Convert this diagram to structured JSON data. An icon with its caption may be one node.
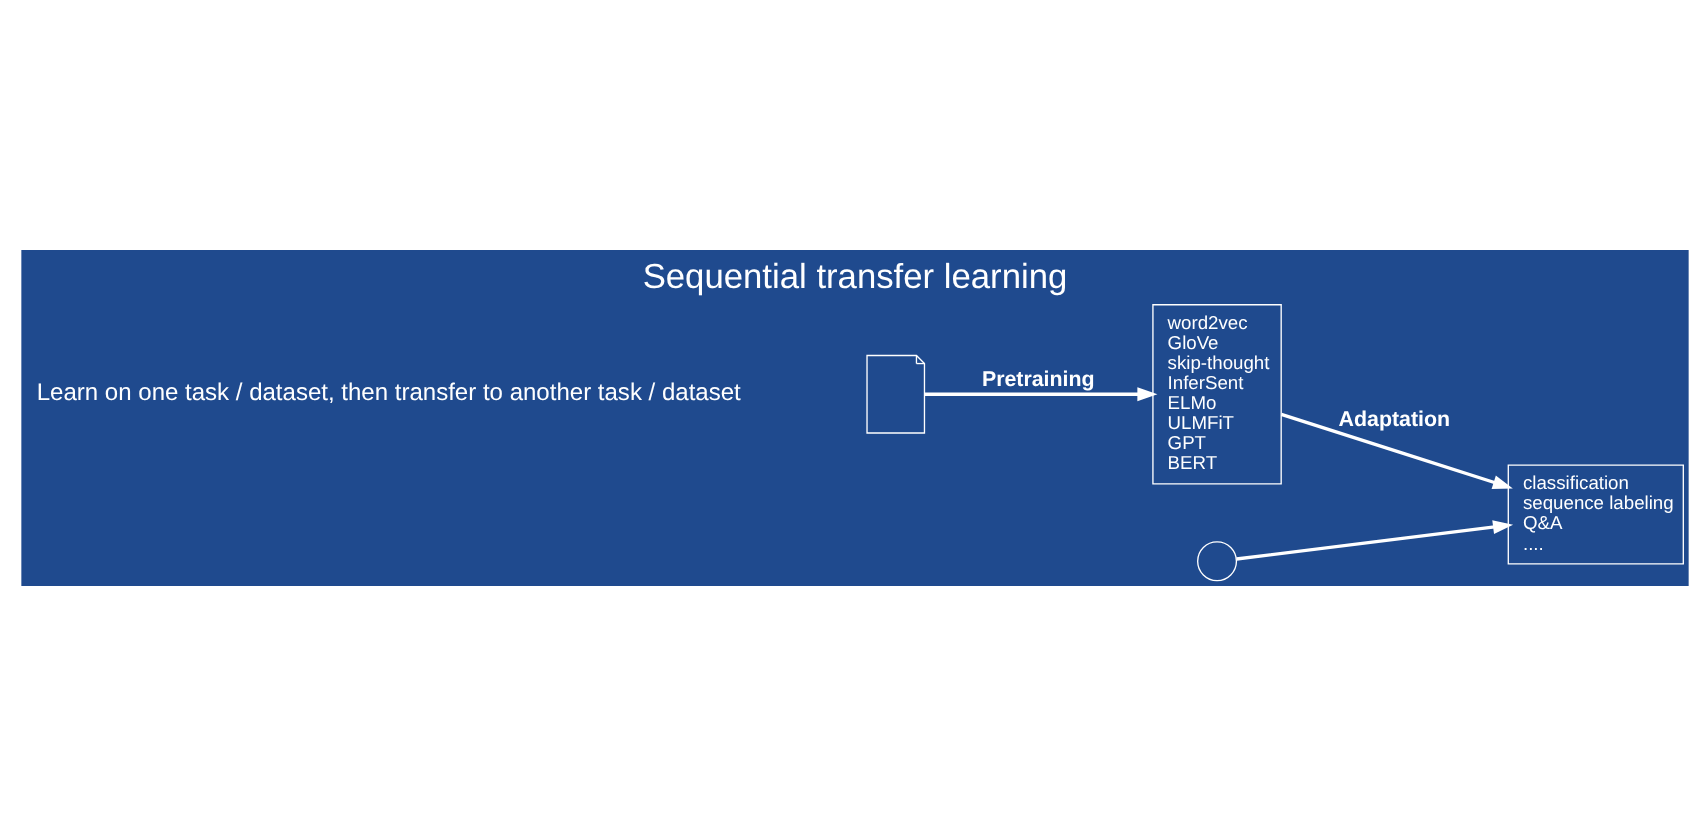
{
  "diagram": {
    "title": "Sequential transfer learning",
    "nodes": [
      {
        "text": [],
        "shape": "document"
      },
      {
        "text": [
          "word2vec",
          "GloVe",
          "skip-thought",
          "InferSent",
          "ELMo",
          "ULMFiT",
          "GPT",
          "BERT"
        ]
      },
      {
        "text": [
          "classification",
          "sequence labeling",
          "Q&A",
          "...."
        ]
      },
      {
        "text": [],
        "shape": "person"
      }
    ],
    "edges": [
      {
        "from": 0,
        "to": 1,
        "arrow": "to",
        "label": "Pretraining"
      },
      {
        "from": 1,
        "to": 2,
        "arrow": "to",
        "label": "Adaptation"
      },
      {
        "from": 3,
        "to": 2,
        "arrow": "to"
      }
    ],
    "labels": [
      "Learn on one task / dataset, then transfer to another task / dataset"
    ]
  }
}
